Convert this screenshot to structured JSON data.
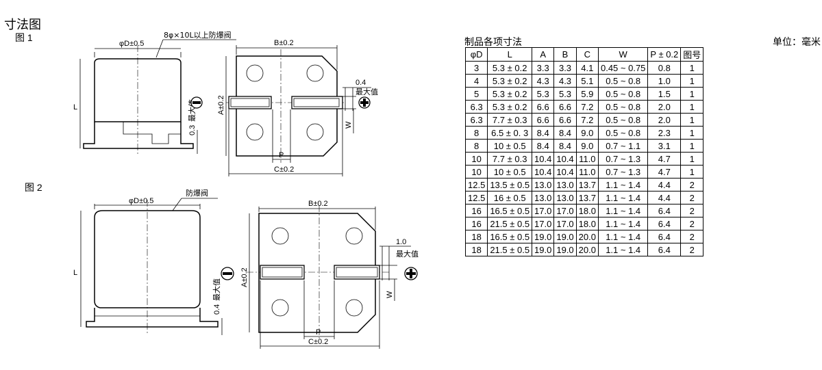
{
  "page_title": "寸法图",
  "fig1": {
    "label": "图 1",
    "dim_d": "φD±0.5",
    "vent_note": "8φ×10L以上防爆阀",
    "dim_b": "B±0.2",
    "dim_a": "A±0.2",
    "dim_l": "L",
    "dim_03": "0.3",
    "max_label": "最大值",
    "dim_04": "0.4",
    "dim_w": "W",
    "dim_p": "P",
    "dim_c": "C±0.2"
  },
  "fig2": {
    "label": "图 2",
    "dim_d": "φD±0.5",
    "vent_note": "防爆阀",
    "dim_b": "B±0.2",
    "dim_a": "A±0.2",
    "dim_l": "L",
    "dim_04": "0.4",
    "max_label": "最大值",
    "dim_10": "1.0",
    "dim_w": "W",
    "dim_p": "P",
    "dim_c": "C±0.2"
  },
  "table": {
    "title": "制品各项寸法",
    "unit": "单位：毫米",
    "headers": [
      "φD",
      "L",
      "A",
      "B",
      "C",
      "W",
      "P ± 0.2",
      "图号"
    ],
    "rows": [
      [
        "3",
        "5.3 ± 0.2",
        "3.3",
        "3.3",
        "4.1",
        "0.45 ~ 0.75",
        "0.8",
        "1"
      ],
      [
        "4",
        "5.3 ± 0.2",
        "4.3",
        "4.3",
        "5.1",
        "0.5 ~ 0.8",
        "1.0",
        "1"
      ],
      [
        "5",
        "5.3 ± 0.2",
        "5.3",
        "5.3",
        "5.9",
        "0.5 ~ 0.8",
        "1.5",
        "1"
      ],
      [
        "6.3",
        "5.3 ± 0.2",
        "6.6",
        "6.6",
        "7.2",
        "0.5 ~ 0.8",
        "2.0",
        "1"
      ],
      [
        "6.3",
        "7.7 ± 0.3",
        "6.6",
        "6.6",
        "7.2",
        "0.5 ~ 0.8",
        "2.0",
        "1"
      ],
      [
        "8",
        "6.5 ± 0. 3",
        "8.4",
        "8.4",
        "9.0",
        "0.5 ~ 0.8",
        "2.3",
        "1"
      ],
      [
        "8",
        "10 ± 0.5",
        "8.4",
        "8.4",
        "9.0",
        "0.7 ~ 1.1",
        "3.1",
        "1"
      ],
      [
        "10",
        "7.7 ± 0.3",
        "10.4",
        "10.4",
        "11.0",
        "0.7 ~ 1.3",
        "4.7",
        "1"
      ],
      [
        "10",
        "10 ± 0.5",
        "10.4",
        "10.4",
        "11.0",
        "0.7 ~ 1.3",
        "4.7",
        "1"
      ],
      [
        "12.5",
        "13.5 ± 0.5",
        "13.0",
        "13.0",
        "13.7",
        "1.1 ~ 1.4",
        "4.4",
        "2"
      ],
      [
        "12.5",
        "16 ± 0.5",
        "13.0",
        "13.0",
        "13.7",
        "1.1 ~ 1.4",
        "4.4",
        "2"
      ],
      [
        "16",
        "16.5 ± 0.5",
        "17.0",
        "17.0",
        "18.0",
        "1.1 ~ 1.4",
        "6.4",
        "2"
      ],
      [
        "16",
        "21.5 ± 0.5",
        "17.0",
        "17.0",
        "18.0",
        "1.1 ~ 1.4",
        "6.4",
        "2"
      ],
      [
        "18",
        "16.5 ± 0.5",
        "19.0",
        "19.0",
        "20.0",
        "1.1 ~ 1.4",
        "6.4",
        "2"
      ],
      [
        "18",
        "21.5 ± 0.5",
        "19.0",
        "19.0",
        "20.0",
        "1.1 ~ 1.4",
        "6.4",
        "2"
      ]
    ]
  }
}
